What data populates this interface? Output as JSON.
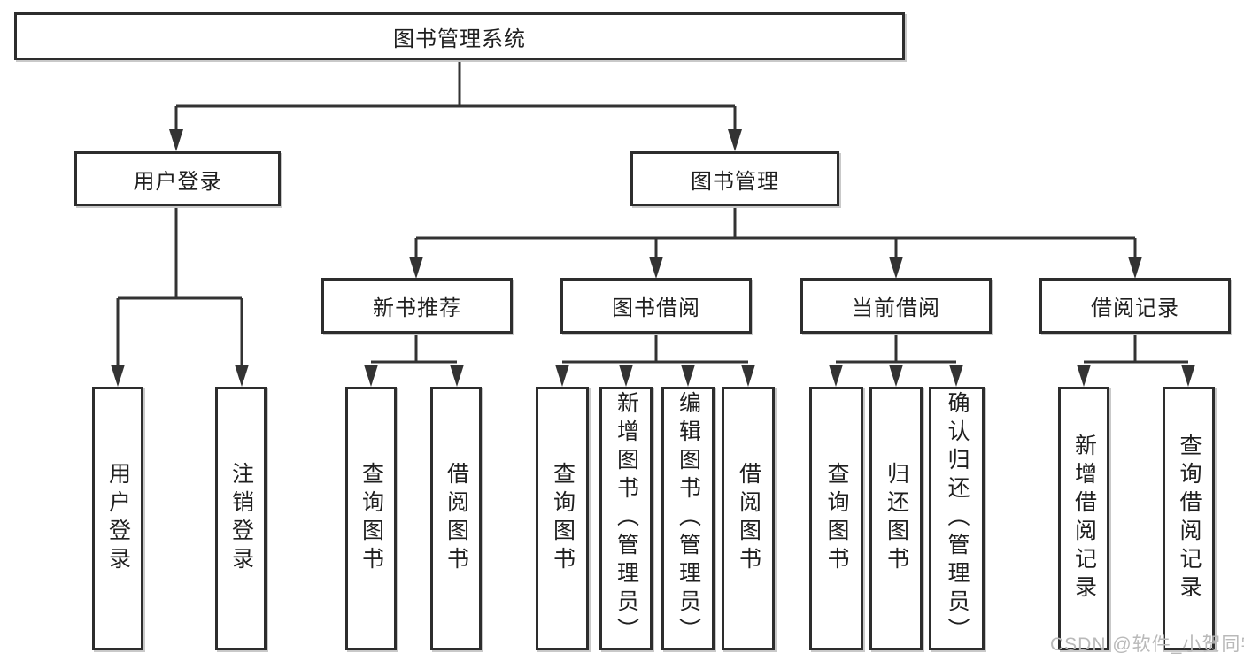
{
  "diagram": {
    "type": "hierarchy-tree",
    "title": "图书管理系统",
    "nodes": {
      "root": "图书管理系统",
      "level2": {
        "user_login": "用户登录",
        "book_management": "图书管理"
      },
      "level3": {
        "new_books": "新书推荐",
        "book_borrow": "图书借阅",
        "current_borrow": "当前借阅",
        "borrow_records": "借阅记录"
      },
      "leaves": {
        "user_login": [
          "用户登录",
          "注销登录"
        ],
        "new_books": [
          "查询图书",
          "借阅图书"
        ],
        "book_borrow": [
          "查询图书",
          "新增图书（管理员）",
          "编辑图书（管理员）",
          "借阅图书"
        ],
        "current_borrow": [
          "查询图书",
          "归还图书",
          "确认归还（管理员）"
        ],
        "borrow_records": [
          "新增借阅记录",
          "查询借阅记录"
        ]
      }
    },
    "colors": {
      "line": "#333333",
      "box_border": "#2d2d2d",
      "box_fill": "#ffffff",
      "text": "#1f1f1f",
      "watermark": "#b9b9b9"
    },
    "watermark": "CSDN @软件_小贺同学"
  }
}
